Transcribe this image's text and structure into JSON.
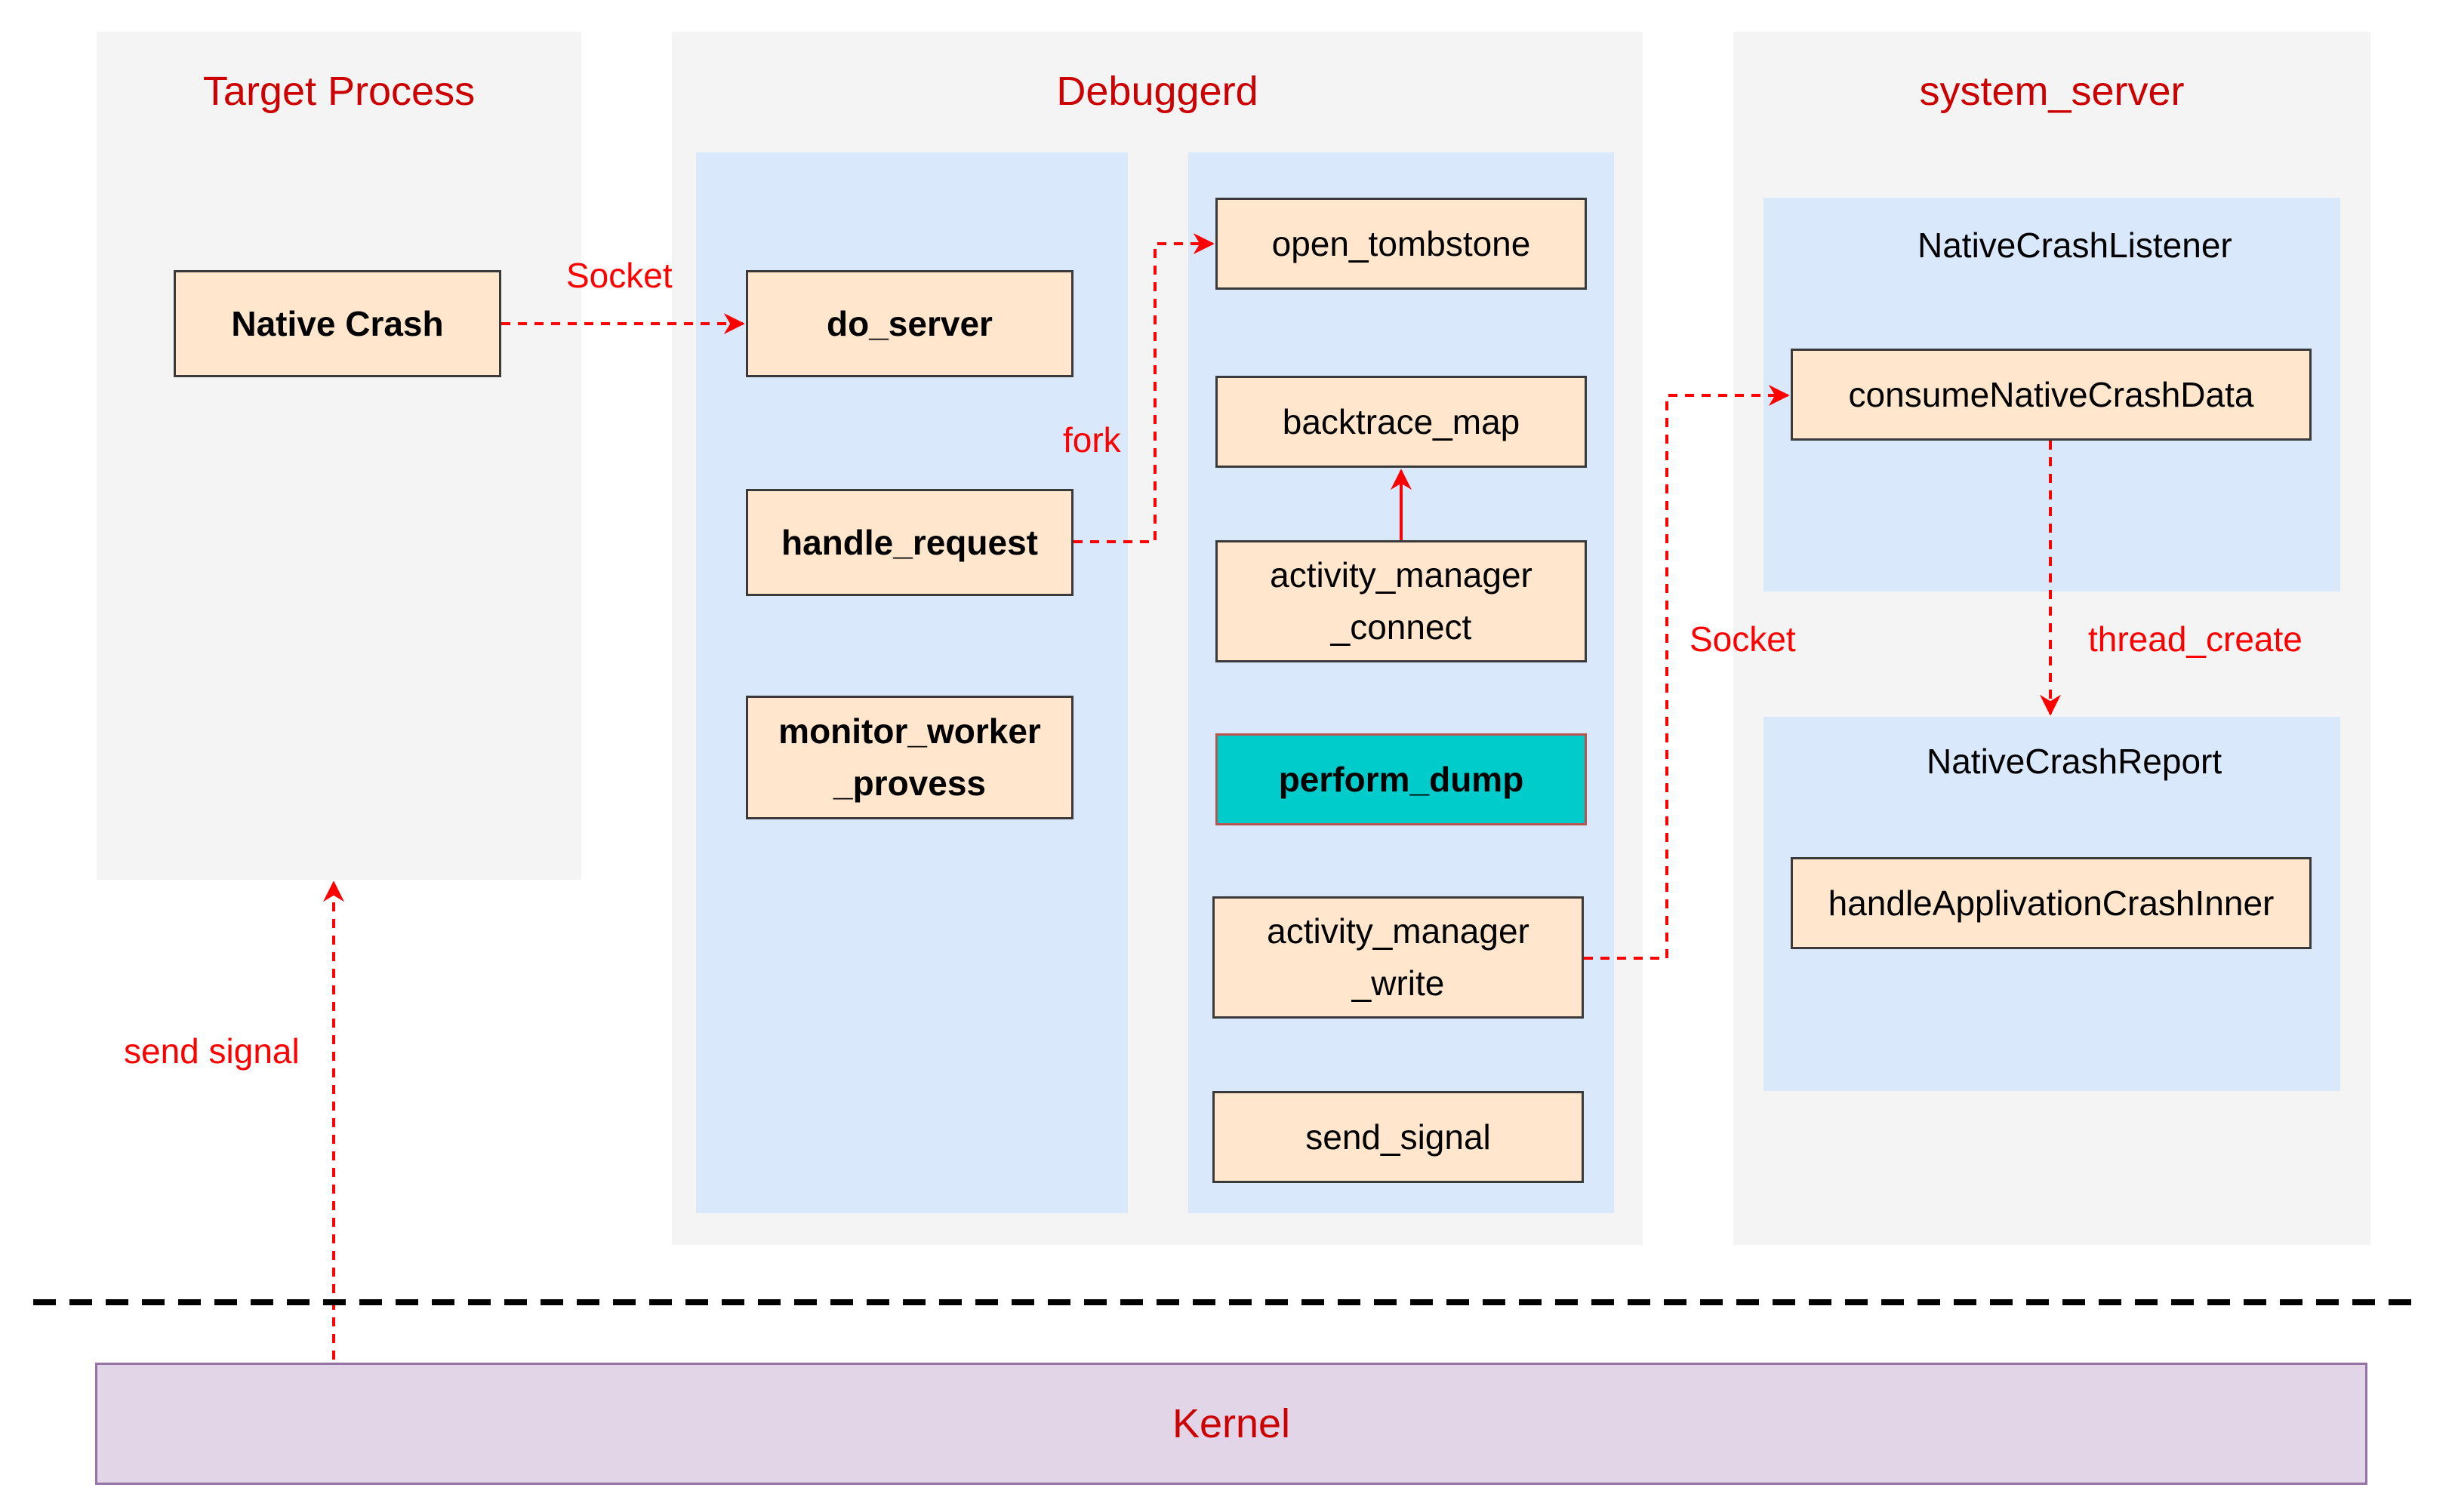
{
  "panels": {
    "target_process": {
      "title": "Target Process"
    },
    "debuggerd": {
      "title": "Debuggerd"
    },
    "system_server": {
      "title": "system_server"
    }
  },
  "nodes": {
    "native_crash": "Native Crash",
    "do_server": "do_server",
    "handle_request": "handle_request",
    "monitor_worker": "monitor_worker\n_provess",
    "open_tombstone": "open_tombstone",
    "backtrace_map": "backtrace_map",
    "activity_manager_connect": "activity_manager\n_connect",
    "perform_dump": "perform_dump",
    "activity_manager_write": "activity_manager\n_write",
    "send_signal": "send_signal",
    "native_crash_listener": "NativeCrashListener",
    "consume_native_crash_data": "consumeNativeCrashData",
    "native_crash_report": "NativeCrashReport",
    "handle_app_crash_inner": "handleApplivationCrashInner",
    "kernel": "Kernel"
  },
  "edges": {
    "socket_1": "Socket",
    "fork": "fork",
    "socket_2": "Socket",
    "thread_create": "thread_create",
    "send_signal": "send signal"
  },
  "colors": {
    "panel_bg": "#f4f4f4",
    "lane_bg": "#dae8fc",
    "node_bg": "#ffe6cc",
    "highlight_node_bg": "#00cccc",
    "kernel_bg": "#e1d5e7",
    "kernel_border": "#9673a6",
    "edge": "#ff0000",
    "title": "#cc0000"
  }
}
